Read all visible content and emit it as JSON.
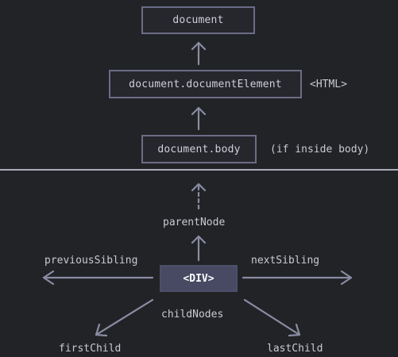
{
  "top_chain": {
    "document": "document",
    "document_element": "document.documentElement",
    "html_note": "<HTML>",
    "body": "document.body",
    "body_note": "(if inside body)"
  },
  "navigation": {
    "center": "<DIV>",
    "parent": "parentNode",
    "previous": "previousSibling",
    "next": "nextSibling",
    "children": "childNodes",
    "first": "firstChild",
    "last": "lastChild"
  },
  "colors": {
    "background": "#222326",
    "box_border": "#6b6d86",
    "div_fill": "#484a63",
    "arrow": "#8a8ca3",
    "divider": "#a9abbb"
  },
  "icons": {
    "arrow_head": "open-chevron",
    "dashed_arrow": "dashed-line-arrow"
  }
}
